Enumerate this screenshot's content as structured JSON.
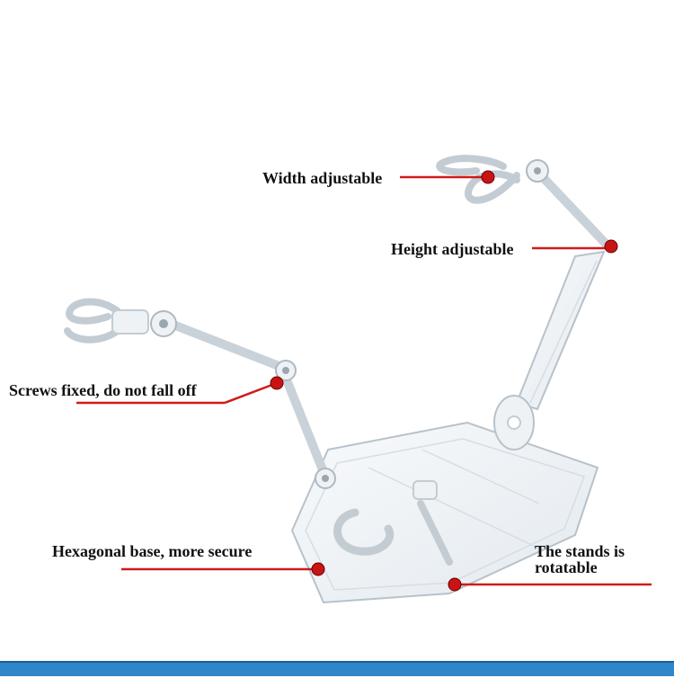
{
  "callouts": {
    "width": "Width adjustable",
    "height": "Height adjustable",
    "screws": "Screws fixed, do not fall off",
    "base": "Hexagonal base, more secure",
    "rotate_line1": "The stands is",
    "rotate_line2": "rotatable"
  },
  "colors": {
    "background": "#ffffff",
    "leader_line": "#d11a1a",
    "dot": "#c81414",
    "plastic_stroke": "#b8c3cc",
    "plastic_fill": "#eef2f5",
    "bottom_bar": "#2f86c8"
  }
}
